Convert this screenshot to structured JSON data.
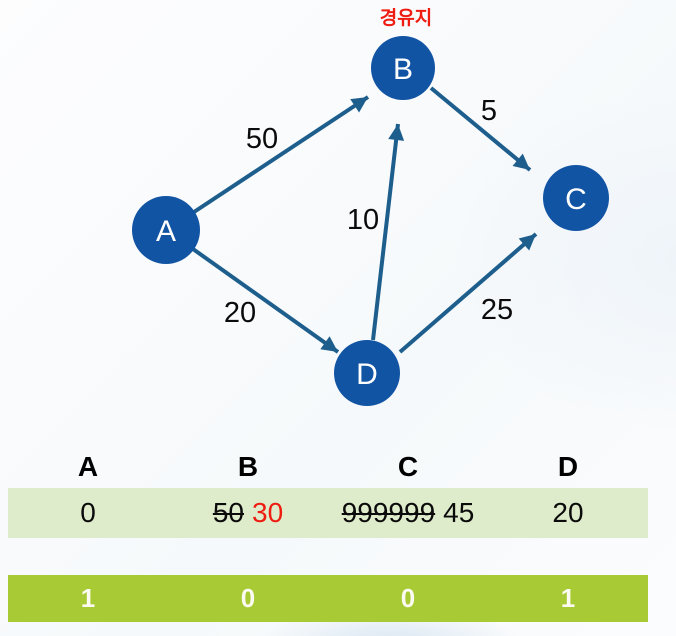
{
  "graph": {
    "via_label": "경유지",
    "nodes": [
      {
        "id": "A"
      },
      {
        "id": "B"
      },
      {
        "id": "C"
      },
      {
        "id": "D"
      }
    ],
    "edges": [
      {
        "from": "A",
        "to": "B",
        "weight": "50"
      },
      {
        "from": "A",
        "to": "D",
        "weight": "20"
      },
      {
        "from": "B",
        "to": "C",
        "weight": "5"
      },
      {
        "from": "D",
        "to": "B",
        "weight": "10"
      },
      {
        "from": "D",
        "to": "C",
        "weight": "25"
      }
    ],
    "colors": {
      "node_fill": "#1254a4",
      "edge_stroke": "#1d5e8d",
      "via_label_color": "#ee1c11"
    }
  },
  "table": {
    "headers": [
      "A",
      "B",
      "C",
      "D"
    ],
    "distance_row": {
      "A": "0",
      "B_old": "50",
      "B_new": "30",
      "C_old": "999999",
      "C_new": "45",
      "D": "20"
    },
    "visited_row": [
      "1",
      "0",
      "0",
      "1"
    ],
    "colors": {
      "distance_row_bg": "#dfeccb",
      "visited_row_bg": "#a7ca35",
      "updated_value_color": "#ee1c11"
    }
  }
}
